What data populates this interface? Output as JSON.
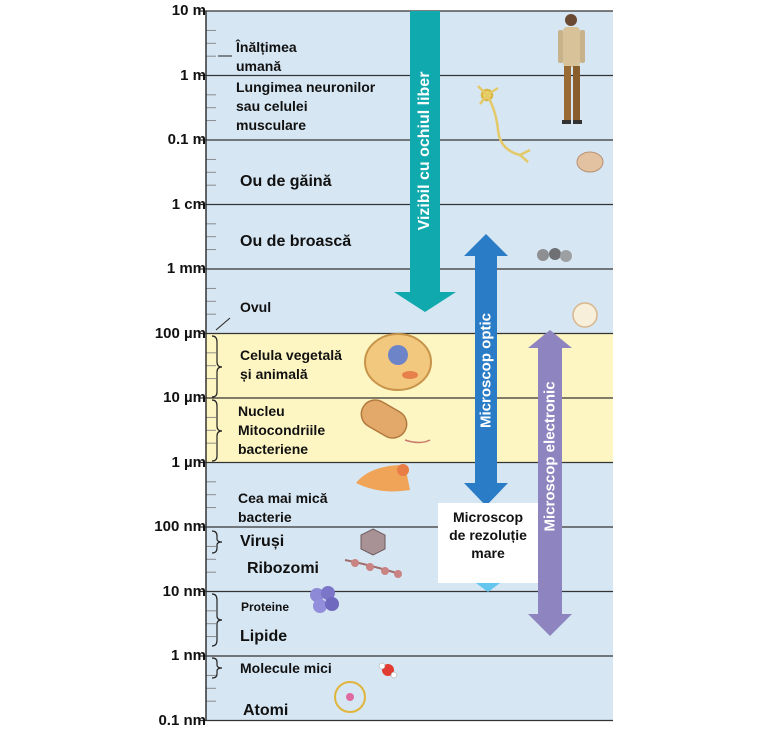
{
  "scale": {
    "marks": [
      "10 m",
      "1 m",
      "0.1 m",
      "1 cm",
      "1 mm",
      "100 µm",
      "10 µm",
      "1 µm",
      "100 nm",
      "10 nm",
      "1 nm",
      "0.1 nm"
    ]
  },
  "items": {
    "human_height": "Înălțimea umană",
    "neuron_length": "Lungimea neuronilor sau celulei musculare",
    "chicken_egg": "Ou de găină",
    "frog_egg": "Ou de broască",
    "ovule": "Ovul",
    "plant_animal_cell": "Celula vegetală și animală",
    "nucleus_mito": "Nucleu Mitocondriile bacteriene",
    "smallest_bacteria": "Cea mai mică bacterie",
    "viruses": "Viruși",
    "ribosomes": "Ribozomi",
    "proteins": "Proteine",
    "lipids": "Lipide",
    "small_molecules": "Molecule mici",
    "atoms": "Atomi"
  },
  "ranges": {
    "naked_eye": "Vizibil cu ochiul liber",
    "light_microscope": "Microscop optic",
    "electron_microscope": "Microscop electronic",
    "high_res_microscope": "Microscop de rezoluție mare"
  },
  "colors": {
    "panel": "#d6e6f2",
    "highlight": "#fdf6c3",
    "teal": "#10a9ad",
    "blue": "#2b7cc6",
    "violet": "#8e85c0",
    "light_blue": "#63c6ee"
  }
}
